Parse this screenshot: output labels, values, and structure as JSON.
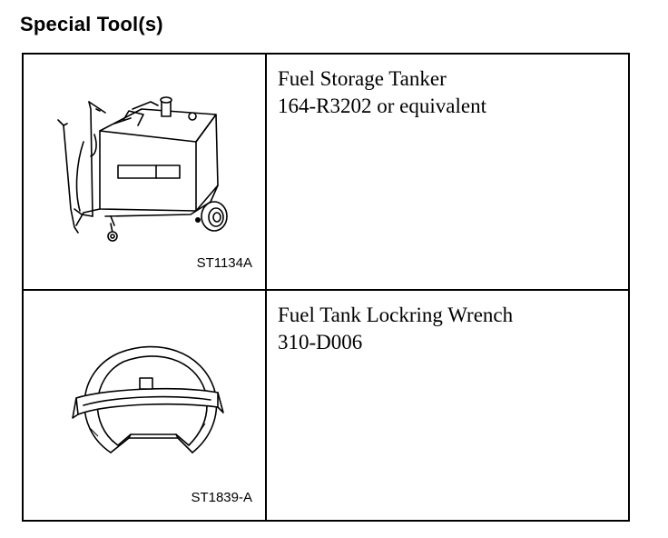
{
  "page": {
    "heading": "Special Tool(s)"
  },
  "tools": [
    {
      "illustration": "fuel-storage-tanker-drawing",
      "caption": "ST1134A",
      "name": "Fuel Storage Tanker",
      "part_number": "164-R3202 or equivalent"
    },
    {
      "illustration": "lockring-wrench-drawing",
      "caption": "ST1839-A",
      "name": "Fuel Tank Lockring Wrench",
      "part_number": "310-D006"
    }
  ]
}
